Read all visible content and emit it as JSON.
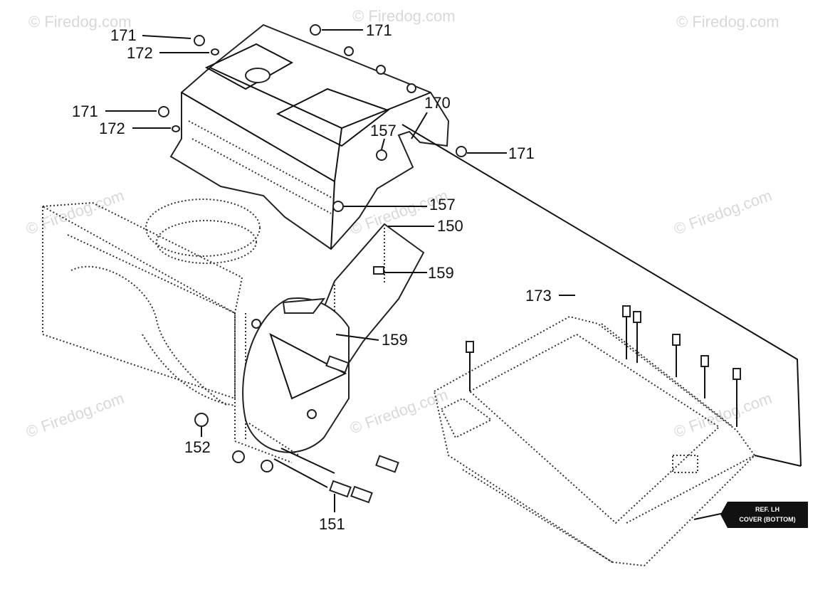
{
  "watermark": "© Firedog.com",
  "callouts": {
    "c171a": "171",
    "c171b": "171",
    "c171c": "171",
    "c171d": "171",
    "c172a": "172",
    "c172b": "172",
    "c170": "170",
    "c157a": "157",
    "c157b": "157",
    "c150": "150",
    "c159a": "159",
    "c159b": "159",
    "c173": "173",
    "c152": "152",
    "c151": "151"
  },
  "ref_tag": {
    "line1": "REF. LH",
    "line2": "COVER (BOTTOM)"
  }
}
